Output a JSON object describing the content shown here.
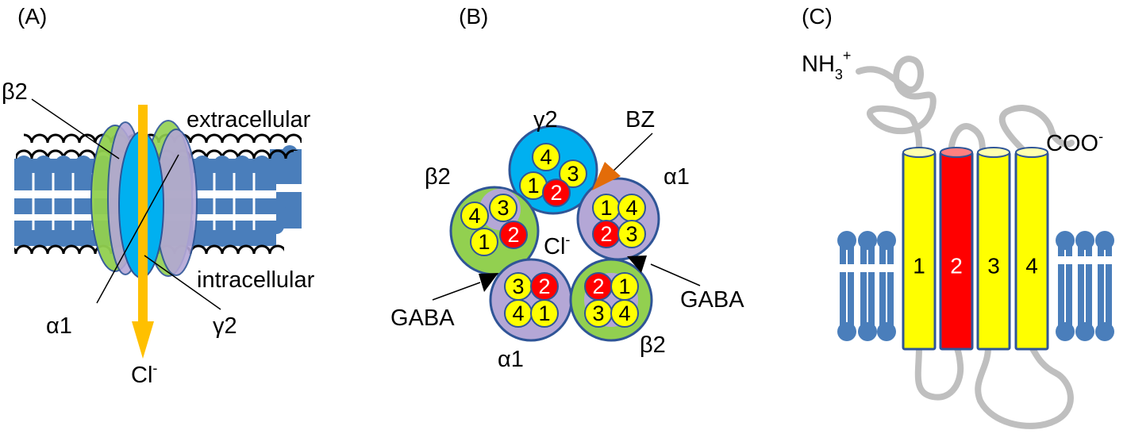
{
  "panels": {
    "a": {
      "label": "(A)",
      "extracellular": "extracellular",
      "intracellular": "intracellular",
      "beta2": "β2",
      "alpha1": "α1",
      "gamma2": "γ2",
      "ion_main": "Cl",
      "ion_charge": "-"
    },
    "b": {
      "label": "(B)",
      "gamma2": "γ2",
      "bz": "BZ",
      "beta2_top": "β2",
      "alpha1_right": "α1",
      "ion_main": "Cl",
      "ion_charge": "-",
      "gaba_left": "GABA",
      "gaba_right": "GABA",
      "alpha1_bottom": "α1",
      "beta2_bottom": "β2",
      "seg": {
        "s1": "1",
        "s2": "2",
        "s3": "3",
        "s4": "4"
      }
    },
    "c": {
      "label": "(C)",
      "nh3_main": "NH",
      "nh3_sub": "3",
      "nh3_sup": "+",
      "coo_main": "COO",
      "coo_sup": "-",
      "tm1": "1",
      "tm2": "2",
      "tm3": "3",
      "tm4": "4"
    }
  },
  "colors": {
    "membrane_blue": "#4a7ebb",
    "beta_green": "#92d050",
    "alpha_lavender": "#b4a7d6",
    "gamma_blue": "#00b0f0",
    "yellow": "#ffff00",
    "red": "#ff0000",
    "arrow_orange": "#ffc000",
    "bz_orange": "#e36c09",
    "loop_gray": "#bfbfbf"
  }
}
